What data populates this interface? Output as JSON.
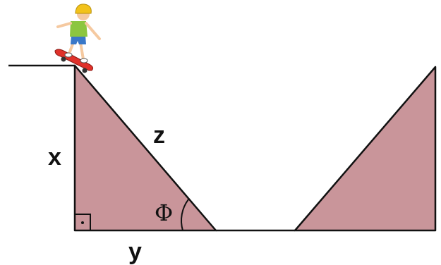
{
  "diagram": {
    "labels": {
      "hypotenuse": "z",
      "height": "x",
      "base": "y",
      "angle": "Φ"
    },
    "colors": {
      "ramp_fill": "#c9959a",
      "stroke": "#111111",
      "background": "#ffffff",
      "helmet": "#f2c21b",
      "shirt": "#8cc63f",
      "shorts": "#3a78c8",
      "skateboard": "#e0312a",
      "skin": "#f5c9a0"
    },
    "figures": {
      "left_ramp": "right-triangle",
      "right_ramp": "triangle",
      "skater": "child-on-skateboard",
      "right_angle_marker": "square-with-dot"
    }
  }
}
